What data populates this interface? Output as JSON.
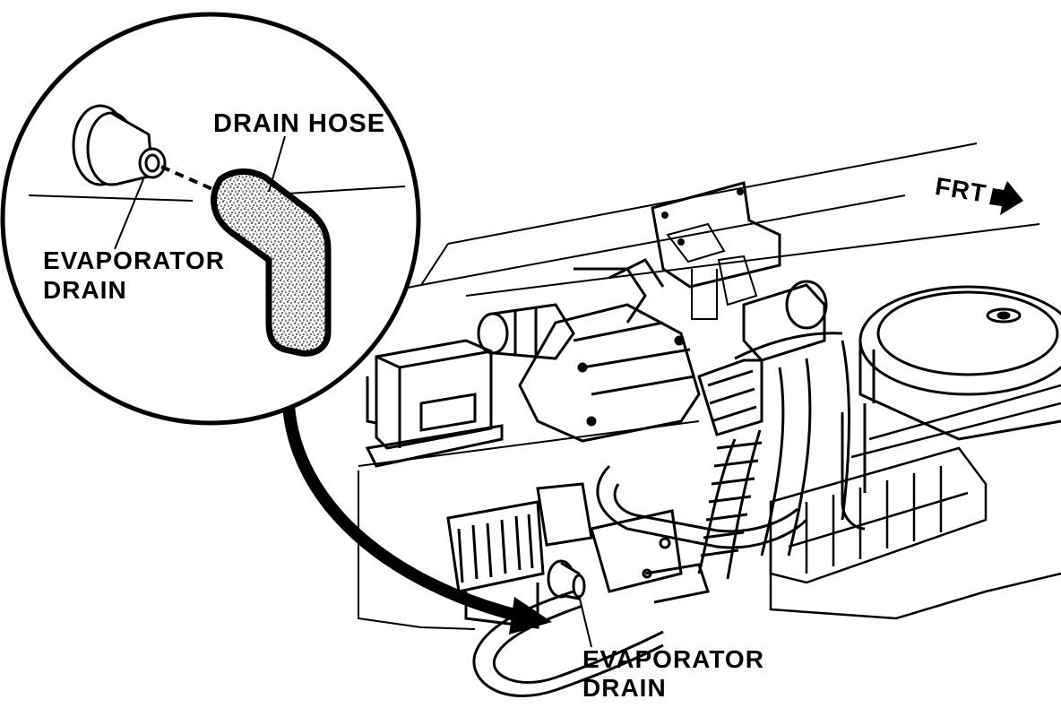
{
  "labels": {
    "drain_hose": "DRAIN HOSE",
    "evaporator_drain_inset_line1": "EVAPORATOR",
    "evaporator_drain_inset_line2": "DRAIN",
    "evaporator_drain_main_line1": "EVAPORATOR",
    "evaporator_drain_main_line2": "DRAIN",
    "front_direction": "FRT"
  },
  "colors": {
    "ink": "#000000",
    "paper": "#ffffff",
    "hose_fill": "#9a9a9a"
  },
  "icons": {
    "front_arrow": "arrow-right-icon",
    "callout": "curved-callout-arrow"
  }
}
